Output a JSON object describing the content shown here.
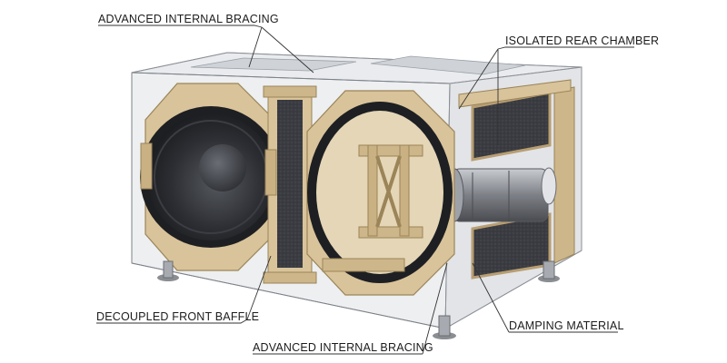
{
  "labels": {
    "top_bracing": "ADVANCED INTERNAL BRACING",
    "rear_chamber": "ISOLATED REAR CHAMBER",
    "front_baffle": "DECOUPLED FRONT BAFFLE",
    "damping": "DAMPING MATERIAL",
    "bottom_bracing": "ADVANCED INTERNAL BRACING"
  },
  "colors": {
    "wood": "#d9c39a",
    "wood_dark": "#b89e72",
    "foam": "#3c3e44",
    "glass": "#c9cdd2",
    "driver": "#2a2c30",
    "line": "#333333"
  }
}
